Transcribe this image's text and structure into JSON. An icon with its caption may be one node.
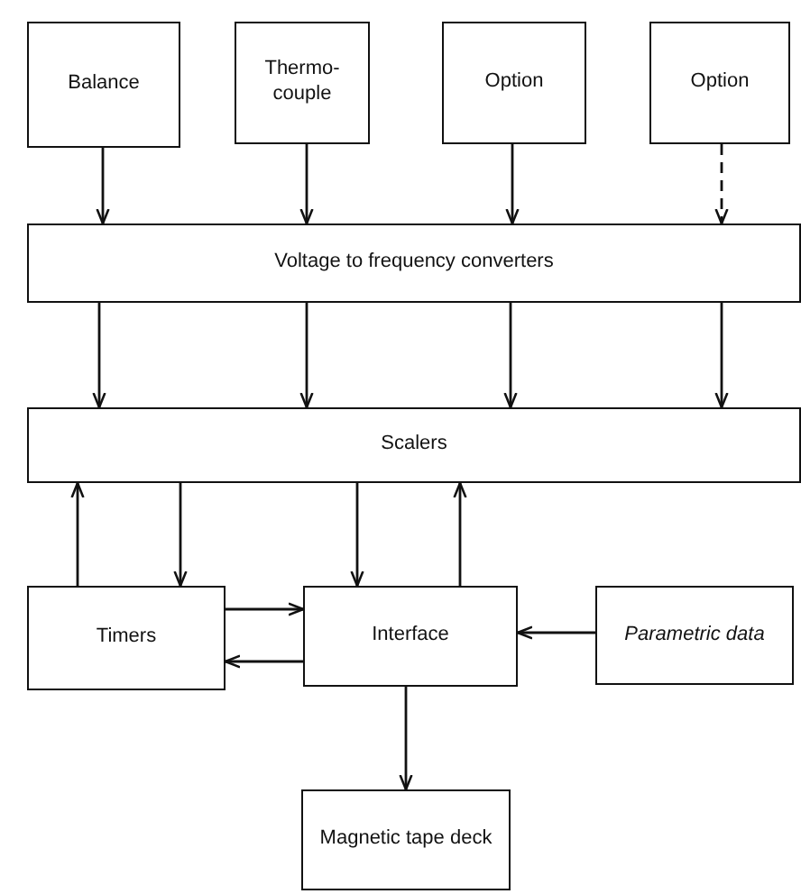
{
  "diagram": {
    "nodes": [
      {
        "text": [
          "Balance"
        ]
      },
      {
        "text": [
          "Thermo-couple"
        ]
      },
      {
        "text": [
          "Option"
        ]
      },
      {
        "text": [
          "Option"
        ]
      },
      {
        "text": [
          "Voltage to frequency converters"
        ]
      },
      {
        "text": [
          "Scalers"
        ]
      },
      {
        "text": [
          "Timers"
        ]
      },
      {
        "text": [
          "Interface"
        ]
      },
      {
        "text": [
          "Parametric data"
        ]
      },
      {
        "text": [
          "Magnetic tape deck"
        ]
      }
    ],
    "edges": [
      {
        "from": 0,
        "to": 4,
        "arrow": "to"
      },
      {
        "from": 1,
        "to": 4,
        "arrow": "to"
      },
      {
        "from": 2,
        "to": 4,
        "arrow": "to"
      },
      {
        "from": 3,
        "to": 4,
        "arrow": "to",
        "style": "dashed"
      },
      {
        "from": 4,
        "to": 5,
        "arrow": "to"
      },
      {
        "from": 4,
        "to": 5,
        "arrow": "to"
      },
      {
        "from": 4,
        "to": 5,
        "arrow": "to"
      },
      {
        "from": 4,
        "to": 5,
        "arrow": "to"
      },
      {
        "from": 6,
        "to": 5,
        "arrow": "to"
      },
      {
        "from": 5,
        "to": 6,
        "arrow": "to"
      },
      {
        "from": 5,
        "to": 7,
        "arrow": "to"
      },
      {
        "from": 7,
        "to": 5,
        "arrow": "to"
      },
      {
        "from": 6,
        "to": 7,
        "arrow": "to"
      },
      {
        "from": 7,
        "to": 6,
        "arrow": "to"
      },
      {
        "from": 8,
        "to": 7,
        "arrow": "to"
      },
      {
        "from": 7,
        "to": 9,
        "arrow": "to"
      }
    ]
  }
}
